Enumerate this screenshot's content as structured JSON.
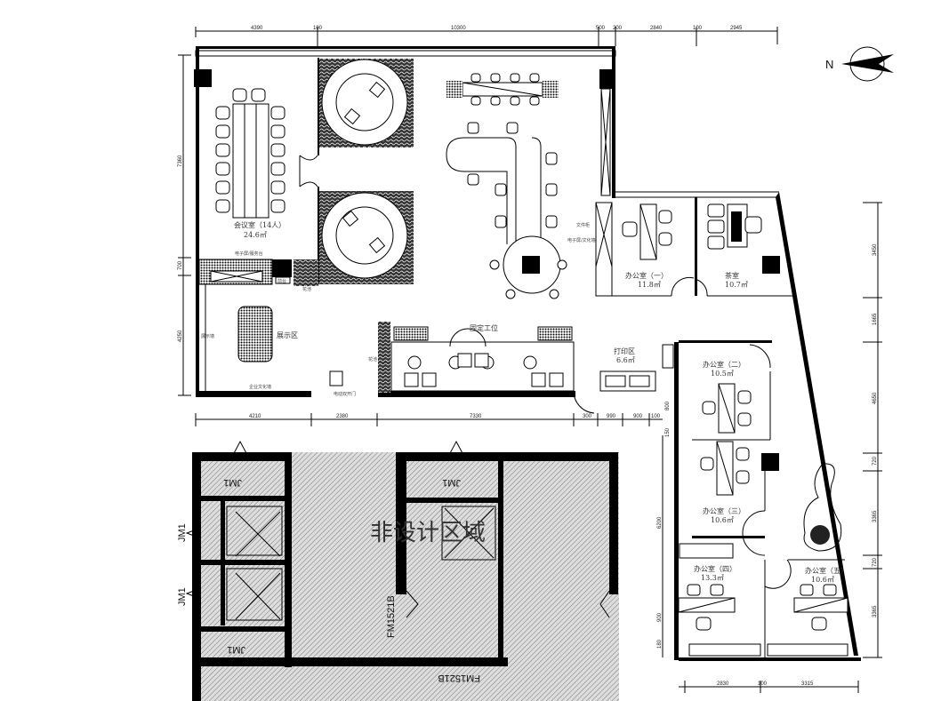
{
  "plan": {
    "compass": {
      "label": "N"
    },
    "dims_top": [
      "4390",
      "100",
      "10300",
      "500",
      "200",
      "2840",
      "100",
      "2945"
    ],
    "dims_bottom_upper": [
      "4210",
      "2380",
      "7330",
      "300",
      "990",
      "900",
      "100"
    ],
    "dims_bottom_right": [
      "2830",
      "100",
      "3315"
    ],
    "dims_left": [
      "7360",
      "700",
      "4250"
    ],
    "dims_right": [
      "3450",
      "1665",
      "4650",
      "720",
      "3365",
      "720",
      "3365"
    ],
    "dims_inner_left": [
      "6200",
      "900",
      "180",
      "800",
      "150"
    ],
    "rooms": {
      "meeting": {
        "name": "会议室（14人）",
        "area": "24.6㎡"
      },
      "office1": {
        "name": "办公室（一）",
        "area": "11.8㎡"
      },
      "tea": {
        "name": "茶室",
        "area": "10.7㎡"
      },
      "office2": {
        "name": "办公室（二）",
        "area": "10.5㎡"
      },
      "office3": {
        "name": "办公室（三）",
        "area": "10.6㎡"
      },
      "office4": {
        "name": "办公室（四）",
        "area": "13.3㎡"
      },
      "office5": {
        "name": "办公室（五）",
        "area": "10.6㎡"
      },
      "print": {
        "name": "打印区",
        "area": "6.6㎡"
      },
      "display": {
        "name": "展示区"
      },
      "fixed_ws": {
        "name": "固定工位"
      }
    },
    "small_labels": {
      "screen": "电子屏/服务台",
      "display_wall": "展示墙",
      "culture_wall": "企业文化墙",
      "door": "电动双开门",
      "planter": "花池",
      "planter2": "花池",
      "front": "前台",
      "screen2": "电子屏/文化墙",
      "cabinet": "文件柜"
    },
    "non_design": {
      "title": "非设计区域",
      "door_codes": [
        "JM1",
        "JM1",
        "JM1",
        "JM1",
        "JM1"
      ],
      "fire_doors": [
        "FM1521B",
        "FM1521B"
      ]
    }
  }
}
